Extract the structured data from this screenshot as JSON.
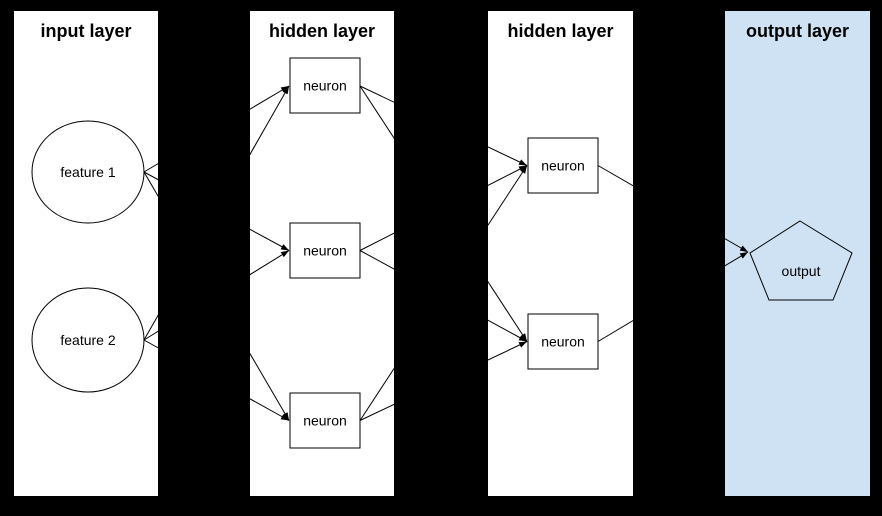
{
  "colors": {
    "background": "#000000",
    "layer_fill": "#ffffff",
    "output_layer_fill": "#cfe2f3",
    "line": "#000000",
    "text": "#000000"
  },
  "layers": {
    "input": {
      "title": "input layer"
    },
    "hidden1": {
      "title": "hidden layer"
    },
    "hidden2": {
      "title": "hidden layer"
    },
    "output": {
      "title": "output layer"
    }
  },
  "nodes": {
    "feature1": {
      "label": "feature 1",
      "shape": "circle",
      "layer": "input"
    },
    "feature2": {
      "label": "feature 2",
      "shape": "circle",
      "layer": "input"
    },
    "hidden1_neuron1": {
      "label": "neuron",
      "shape": "rect",
      "layer": "hidden1"
    },
    "hidden1_neuron2": {
      "label": "neuron",
      "shape": "rect",
      "layer": "hidden1"
    },
    "hidden1_neuron3": {
      "label": "neuron",
      "shape": "rect",
      "layer": "hidden1"
    },
    "hidden2_neuron1": {
      "label": "neuron",
      "shape": "rect",
      "layer": "hidden2"
    },
    "hidden2_neuron2": {
      "label": "neuron",
      "shape": "rect",
      "layer": "hidden2"
    },
    "output": {
      "label": "output",
      "shape": "pentagon",
      "layer": "output"
    }
  },
  "edges": [
    {
      "from": "feature1",
      "to": "hidden1_neuron1"
    },
    {
      "from": "feature1",
      "to": "hidden1_neuron2"
    },
    {
      "from": "feature1",
      "to": "hidden1_neuron3"
    },
    {
      "from": "feature2",
      "to": "hidden1_neuron1"
    },
    {
      "from": "feature2",
      "to": "hidden1_neuron2"
    },
    {
      "from": "feature2",
      "to": "hidden1_neuron3"
    },
    {
      "from": "hidden1_neuron1",
      "to": "hidden2_neuron1"
    },
    {
      "from": "hidden1_neuron1",
      "to": "hidden2_neuron2"
    },
    {
      "from": "hidden1_neuron2",
      "to": "hidden2_neuron1"
    },
    {
      "from": "hidden1_neuron2",
      "to": "hidden2_neuron2"
    },
    {
      "from": "hidden1_neuron3",
      "to": "hidden2_neuron1"
    },
    {
      "from": "hidden1_neuron3",
      "to": "hidden2_neuron2"
    },
    {
      "from": "hidden2_neuron1",
      "to": "output"
    },
    {
      "from": "hidden2_neuron2",
      "to": "output"
    }
  ]
}
